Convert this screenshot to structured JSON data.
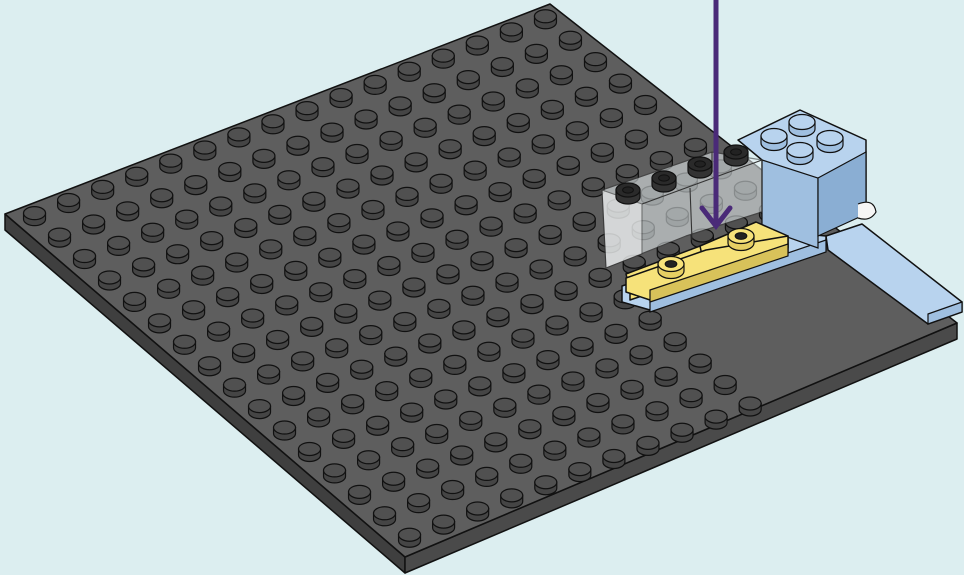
{
  "scene": {
    "background_color": "#dceef0",
    "baseplate": {
      "color": "dark-gray",
      "fill": "#555555",
      "top_fill": "#5e5e5e",
      "stud_fill": "#454545",
      "studs_per_side": 16
    },
    "new_parts": [
      {
        "name": "yellow-plate-1x2",
        "color": "#f6e27a",
        "count": 2
      },
      {
        "name": "clear-brick-1x2",
        "color": "#e8f0f2",
        "count": 2
      }
    ],
    "existing_parts": [
      {
        "name": "light-blue-plate",
        "color": "#b8d3ee"
      },
      {
        "name": "light-blue-brick-2x2",
        "color": "#b8d3ee"
      },
      {
        "name": "light-blue-tile",
        "color": "#b8d3ee"
      }
    ],
    "arrow": {
      "color": "#4a2a78",
      "direction": "down",
      "meaning": "place-parts-here"
    }
  }
}
